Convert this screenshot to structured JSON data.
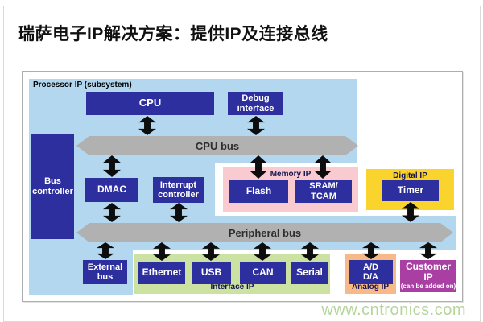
{
  "title": "瑞萨电子IP解决方案：提供IP及连接总线",
  "watermark": "www.cntronics.com",
  "colors": {
    "block_dark_blue": "#2d2f9e",
    "processor_region_blue": "#b3d7ee",
    "bus_gray": "#b1b1b1",
    "memory_pink": "#f9cbd1",
    "digital_yellow": "#fad42d",
    "interface_green": "#cce2a3",
    "analog_orange": "#f8b988",
    "customer_magenta": "#a93fa3",
    "watermark_green": "#aed193"
  },
  "diagram": {
    "subsystem_label": "Processor IP (subsystem)",
    "cpu": "CPU",
    "debug_interface": "Debug\ninterface",
    "cpu_bus": "CPU bus",
    "bus_controller": "Bus\ncontroller",
    "dmac": "DMAC",
    "interrupt_controller": "Interrupt\ncontroller",
    "memory_ip": "Memory IP",
    "flash": "Flash",
    "sram_tcam": "SRAM/\nTCAM",
    "digital_ip": "Digital IP",
    "timer": "Timer",
    "peripheral_bus": "Peripheral bus",
    "external_bus": "External\nbus",
    "interface_ip": "Interface IP",
    "ethernet": "Ethernet",
    "usb": "USB",
    "can": "CAN",
    "serial": "Serial",
    "analog_ip": "Analog IP",
    "ad_da": "A/D\nD/A",
    "customer_ip": "Customer IP",
    "customer_ip_note": "(can be added on)"
  }
}
